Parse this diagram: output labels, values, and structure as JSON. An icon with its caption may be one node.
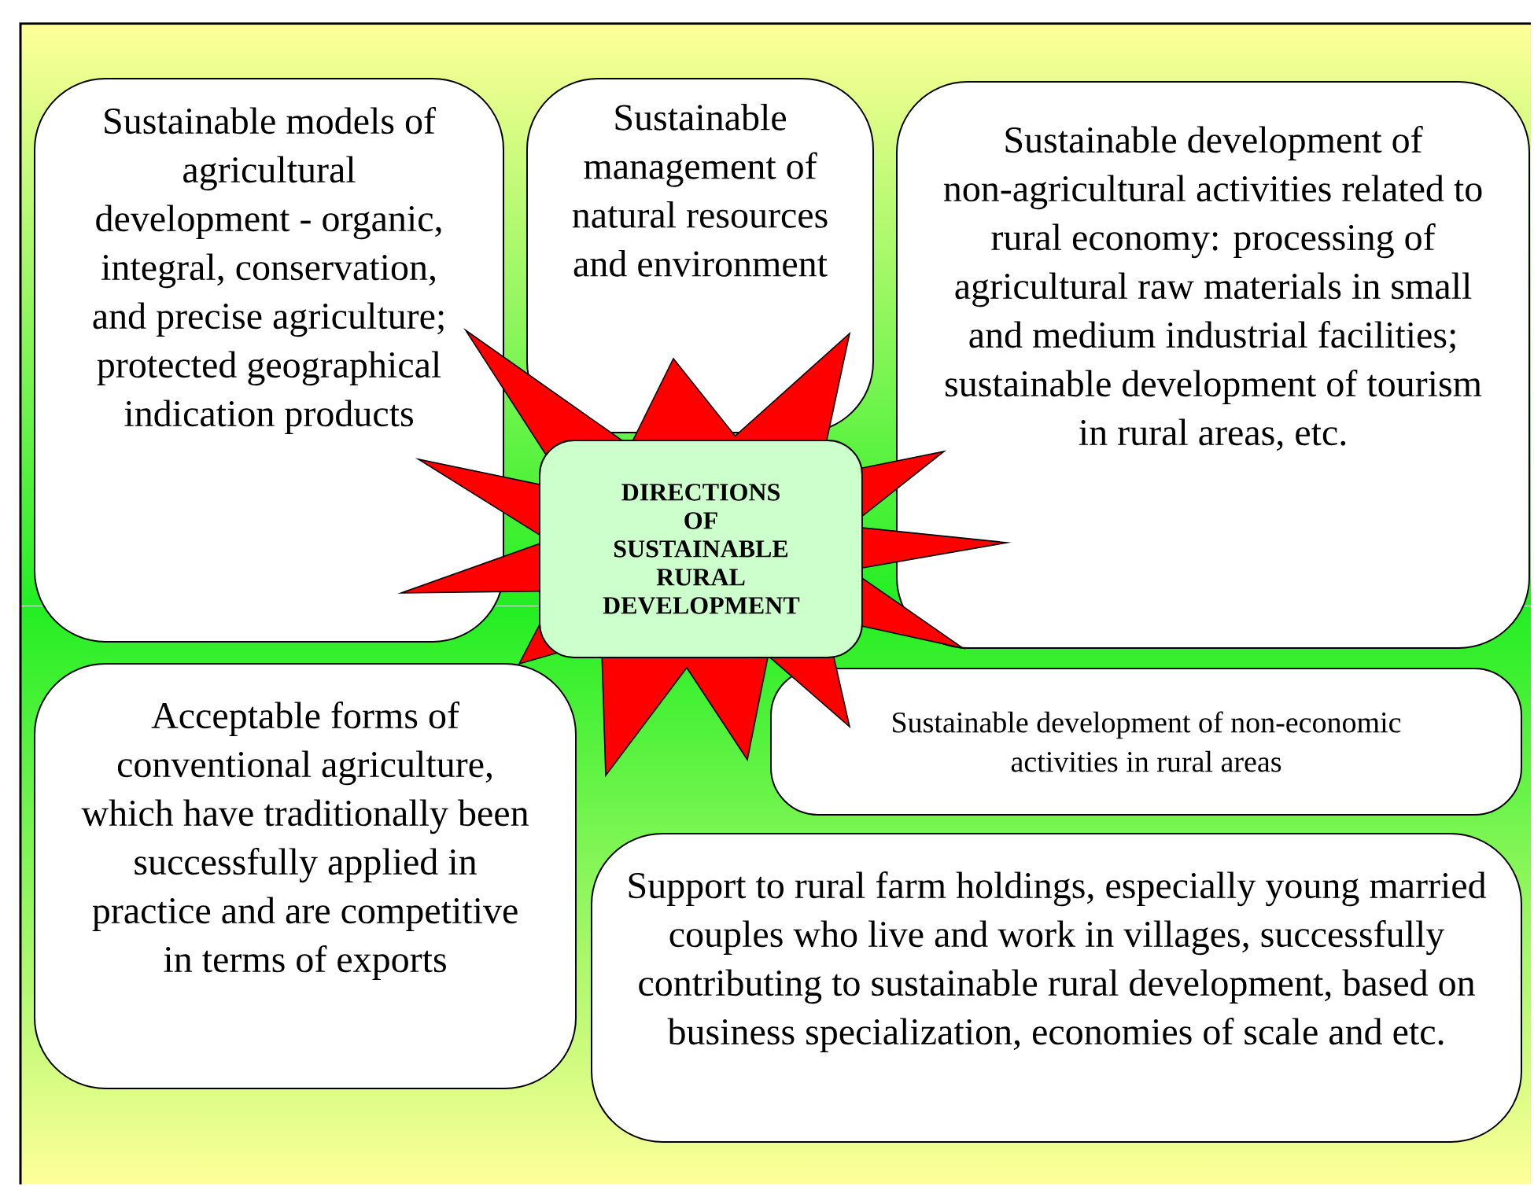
{
  "diagram": {
    "nodes": [
      {
        "text": [
          "Sustainable models of agricultural development - organic, integral, conservation, and precise agriculture; protected geographical indication products"
        ]
      },
      {
        "text": [
          "Sustainable management of natural resources and environment"
        ]
      },
      {
        "text": [
          "Sustainable development of non-agricultural activities related to rural economy: processing of agricultural raw materials in small and medium industrial facilities; sustainable development of tourism in rural areas, etc."
        ]
      },
      {
        "text": [
          "DIRECTIONS OF SUSTAINABLE RURAL DEVELOPMENT"
        ]
      },
      {
        "text": [
          "Acceptable forms of conventional agriculture, which have traditionally been successfully applied in practice and are competitive in terms of exports"
        ]
      },
      {
        "text": [
          "Sustainable development of non-economic activities in rural areas"
        ]
      },
      {
        "text": [
          "Support to rural farm holdings, especially young married couples who live and work in villages, successfully contributing to sustainable rural development, based on business specialization, economies of scale and etc."
        ]
      }
    ]
  }
}
